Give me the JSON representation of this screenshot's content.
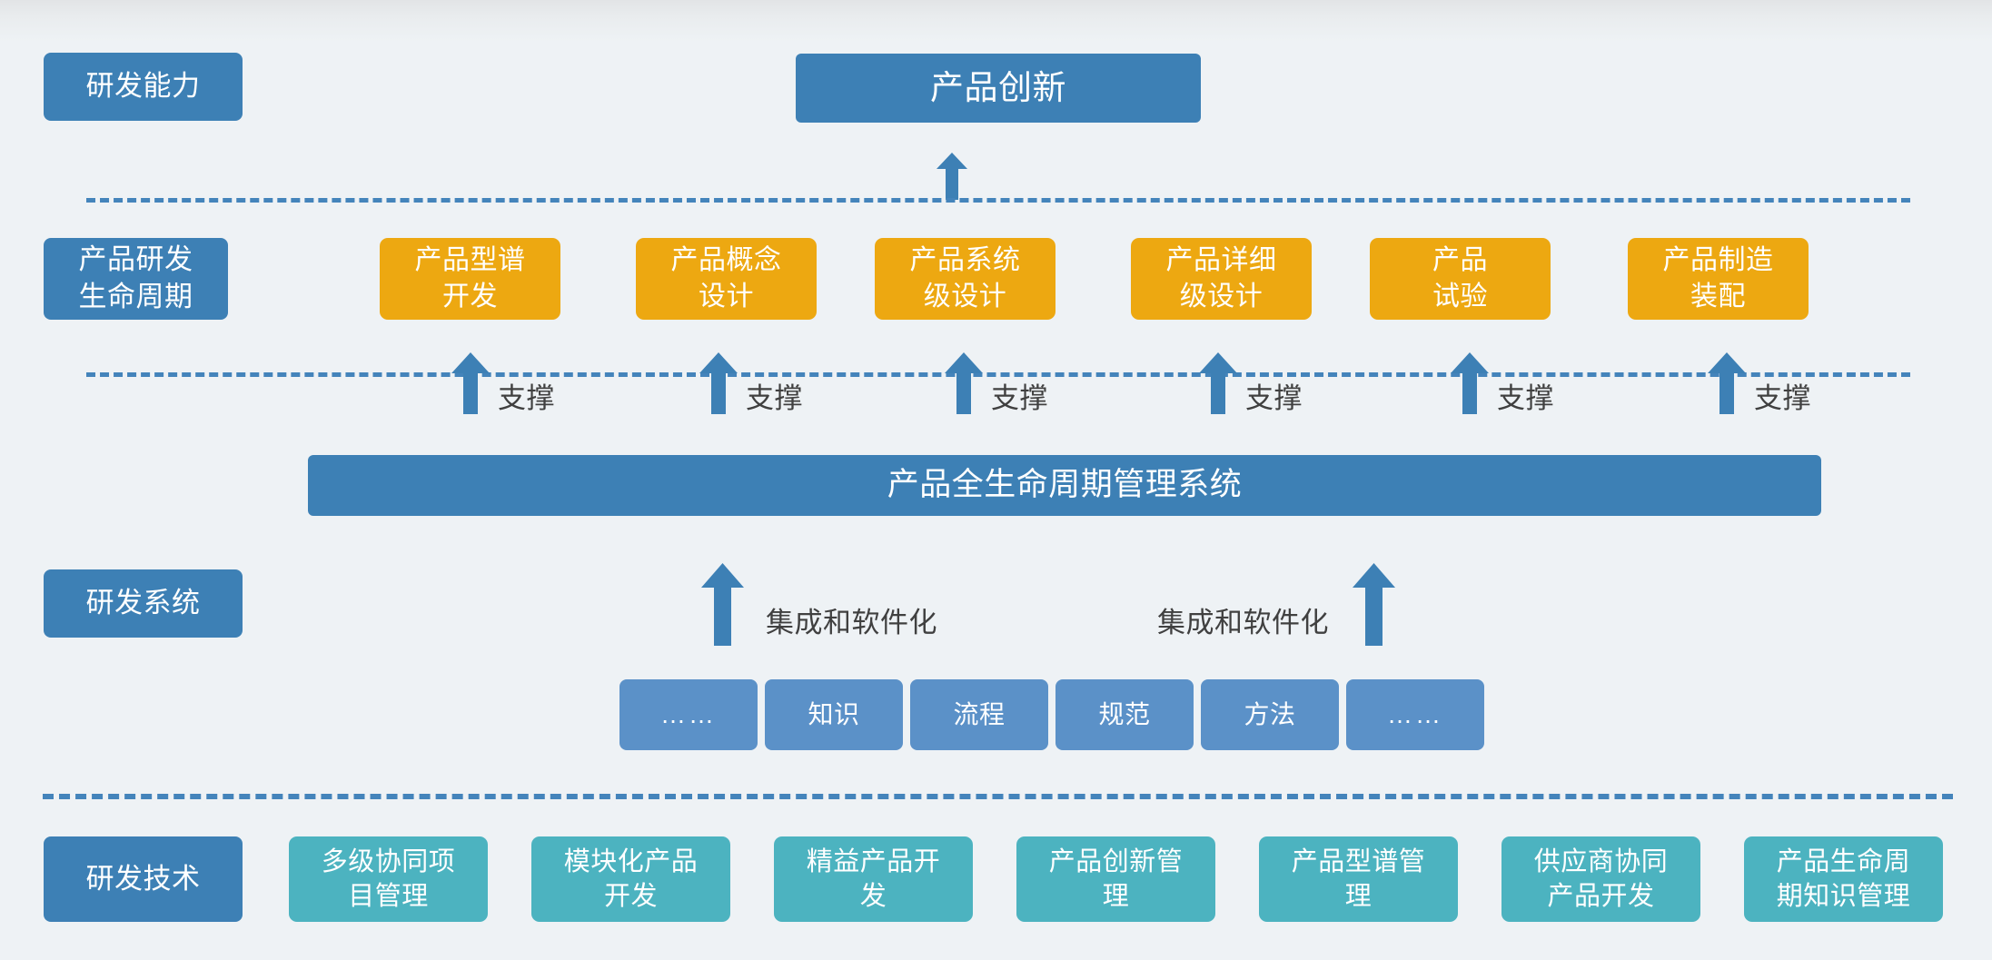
{
  "meta": {
    "colors": {
      "background": "#eef2f5",
      "blue": "#3d80b5",
      "blue_soft": "#5b91c8",
      "orange": "#eda811",
      "teal": "#4cb3c0",
      "dash_line": "#4484bb",
      "arrow_text": "#404040"
    }
  },
  "row_labels": {
    "capability": "研发能力",
    "lifecycle": "产品研发\n生命周期",
    "system": "研发系统",
    "technology": "研发技术"
  },
  "top": {
    "hero": "产品创新",
    "arrow_label": ""
  },
  "lifecycle_phases": [
    {
      "label": "产品型谱\n开发"
    },
    {
      "label": "产品概念\n设计"
    },
    {
      "label": "产品系统\n级设计"
    },
    {
      "label": "产品详细\n级设计"
    },
    {
      "label": "产品\n试验"
    },
    {
      "label": "产品制造\n装配"
    }
  ],
  "support_arrows": [
    {
      "label": "支撑"
    },
    {
      "label": "支撑"
    },
    {
      "label": "支撑"
    },
    {
      "label": "支撑"
    },
    {
      "label": "支撑"
    },
    {
      "label": "支撑"
    }
  ],
  "plm_banner": {
    "label": "产品全生命周期管理系统"
  },
  "integration_arrows": [
    {
      "label": "集成和软件化"
    },
    {
      "label": "集成和软件化"
    }
  ],
  "foundation_chips": [
    {
      "label": "……"
    },
    {
      "label": "知识"
    },
    {
      "label": "流程"
    },
    {
      "label": "规范"
    },
    {
      "label": "方法"
    },
    {
      "label": "……"
    }
  ],
  "technology_items": [
    {
      "label": "多级协同项\n目管理"
    },
    {
      "label": "模块化产品\n开发"
    },
    {
      "label": "精益产品开\n发"
    },
    {
      "label": "产品创新管\n理"
    },
    {
      "label": "产品型谱管\n理"
    },
    {
      "label": "供应商协同\n产品开发"
    },
    {
      "label": "产品生命周\n期知识管理"
    }
  ]
}
